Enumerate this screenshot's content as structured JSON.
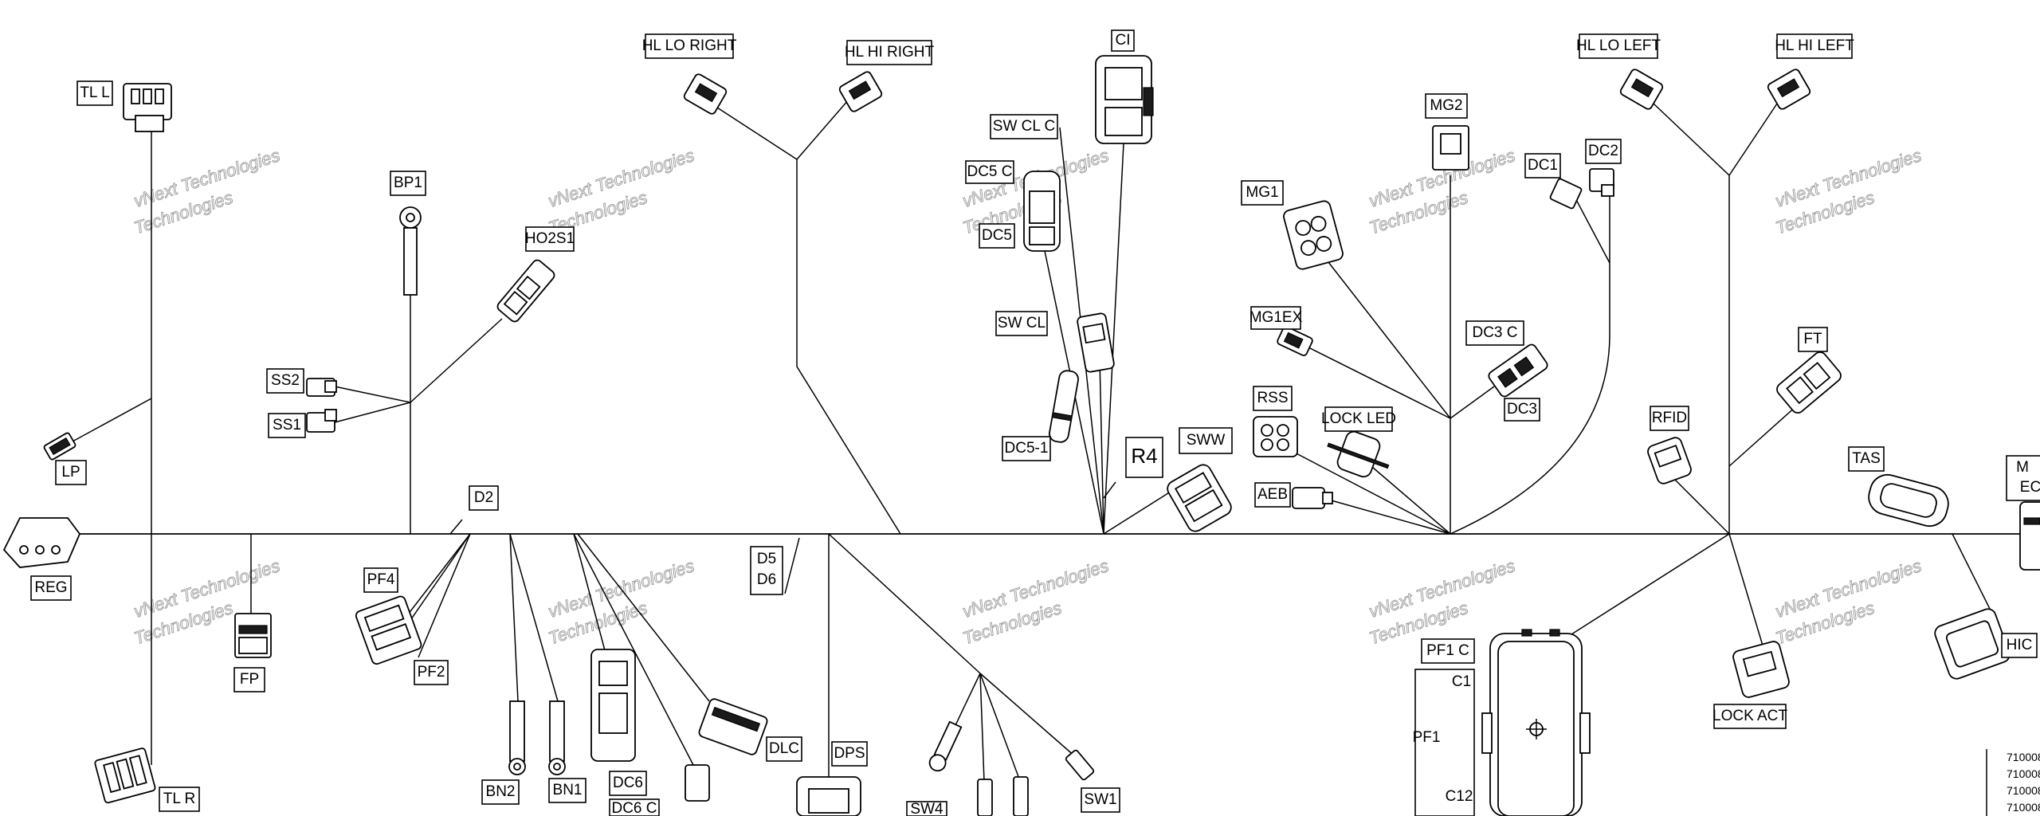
{
  "labels": {
    "tl_l": "TL  L",
    "lp": "LP",
    "reg": "REG",
    "fp": "FP",
    "tl_r": "TL  R",
    "bp1": "BP1",
    "ho2s1": "HO2S1",
    "ss2": "SS2",
    "ss1": "SS1",
    "d2": "D2",
    "pf4": "PF4",
    "pf2": "PF2",
    "bn2": "BN2",
    "bn1": "BN1",
    "dc6": "DC6",
    "dc6_c": "DC6  C",
    "hl_lo_right": "HL  LO RIGHT",
    "hl_hi_right": "HL  HI RIGHT",
    "d5": "D5",
    "d6": "D6",
    "dlc": "DLC",
    "dps": "DPS",
    "sw4": "SW4",
    "sw1": "SW1",
    "ci": "CI",
    "sw_cl_c": "SW  CL  C",
    "dc5_c": "DC5  C",
    "dc5": "DC5",
    "sw_cl": "SW  CL",
    "dc5_1": "DC5-1",
    "r4": "R4",
    "sww": "SWW",
    "mg2": "MG2",
    "mg1": "MG1",
    "mg1ex": "MG1EX",
    "rss": "RSS",
    "lock_led": "LOCK LED",
    "aeb": "AEB",
    "dc1": "DC1",
    "dc2": "DC2",
    "dc3_c": "DC3  C",
    "dc3": "DC3",
    "pf1_c": "PF1  C",
    "pf1": "PF1",
    "c1": "C1",
    "c12": "C12",
    "hl_lo_left": "HL  LO LEFT",
    "hl_hi_left": "HL  HI LEFT",
    "ft": "FT",
    "rfid": "RFID",
    "tas": "TAS",
    "m_ec_m": "M",
    "m_ec_ec": "EC",
    "hic": "HIC",
    "lock_act": "LOCK  ACT"
  },
  "watermark": {
    "line1": "vNext Technologies",
    "line2": "Technologies"
  },
  "part_numbers": [
    "710008",
    "710008",
    "710008",
    "710008"
  ]
}
